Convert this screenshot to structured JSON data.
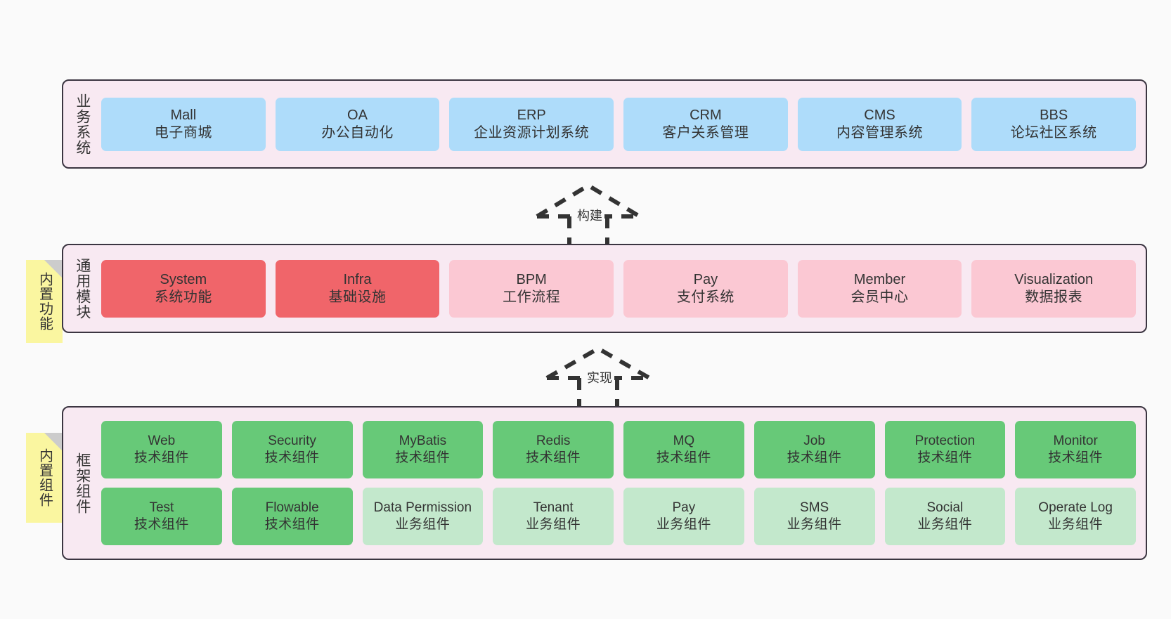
{
  "diagram": {
    "background_color": "#fafafa",
    "panel_fill": "#F8E9F2",
    "panel_border": "#3B3541",
    "note_fill": "#FAF6A0"
  },
  "notes": [
    {
      "id": "builtin-function",
      "label": "内置功能"
    },
    {
      "id": "builtin-component",
      "label": "内置组件"
    }
  ],
  "relations": [
    {
      "id": "build",
      "label": "构建",
      "style": "dashed-hollow-triangle-up"
    },
    {
      "id": "implement",
      "label": "实现",
      "style": "dashed-hollow-triangle-up"
    }
  ],
  "layers": {
    "business": {
      "title": "业务系统",
      "color": "#AEDCFA",
      "boxes": [
        {
          "en": "Mall",
          "cn": "电子商城"
        },
        {
          "en": "OA",
          "cn": "办公自动化"
        },
        {
          "en": "ERP",
          "cn": "企业资源计划系统"
        },
        {
          "en": "CRM",
          "cn": "客户关系管理"
        },
        {
          "en": "CMS",
          "cn": "内容管理系统"
        },
        {
          "en": "BBS",
          "cn": "论坛社区系统"
        }
      ]
    },
    "modules": {
      "title": "通用模块",
      "colors": {
        "strong": "#F0656A",
        "soft": "#FBC8D3"
      },
      "boxes": [
        {
          "en": "System",
          "cn": "系统功能",
          "tone": "red"
        },
        {
          "en": "Infra",
          "cn": "基础设施",
          "tone": "red"
        },
        {
          "en": "BPM",
          "cn": "工作流程",
          "tone": "pink"
        },
        {
          "en": "Pay",
          "cn": "支付系统",
          "tone": "pink"
        },
        {
          "en": "Member",
          "cn": "会员中心",
          "tone": "pink"
        },
        {
          "en": "Visualization",
          "cn": "数据报表",
          "tone": "pink"
        }
      ]
    },
    "framework": {
      "title": "框架组件",
      "colors": {
        "strong": "#67C978",
        "soft": "#C3E8CC"
      },
      "row1": [
        {
          "en": "Web",
          "cn": "技术组件",
          "tone": "green"
        },
        {
          "en": "Security",
          "cn": "技术组件",
          "tone": "green"
        },
        {
          "en": "MyBatis",
          "cn": "技术组件",
          "tone": "green"
        },
        {
          "en": "Redis",
          "cn": "技术组件",
          "tone": "green"
        },
        {
          "en": "MQ",
          "cn": "技术组件",
          "tone": "green"
        },
        {
          "en": "Job",
          "cn": "技术组件",
          "tone": "green"
        },
        {
          "en": "Protection",
          "cn": "技术组件",
          "tone": "green"
        },
        {
          "en": "Monitor",
          "cn": "技术组件",
          "tone": "green"
        }
      ],
      "row2": [
        {
          "en": "Test",
          "cn": "技术组件",
          "tone": "green"
        },
        {
          "en": "Flowable",
          "cn": "技术组件",
          "tone": "green"
        },
        {
          "en": "Data Permission",
          "cn": "业务组件",
          "tone": "lightgreen"
        },
        {
          "en": "Tenant",
          "cn": "业务组件",
          "tone": "lightgreen"
        },
        {
          "en": "Pay",
          "cn": "业务组件",
          "tone": "lightgreen"
        },
        {
          "en": "SMS",
          "cn": "业务组件",
          "tone": "lightgreen"
        },
        {
          "en": "Social",
          "cn": "业务组件",
          "tone": "lightgreen"
        },
        {
          "en": "Operate Log",
          "cn": "业务组件",
          "tone": "lightgreen"
        }
      ]
    }
  }
}
